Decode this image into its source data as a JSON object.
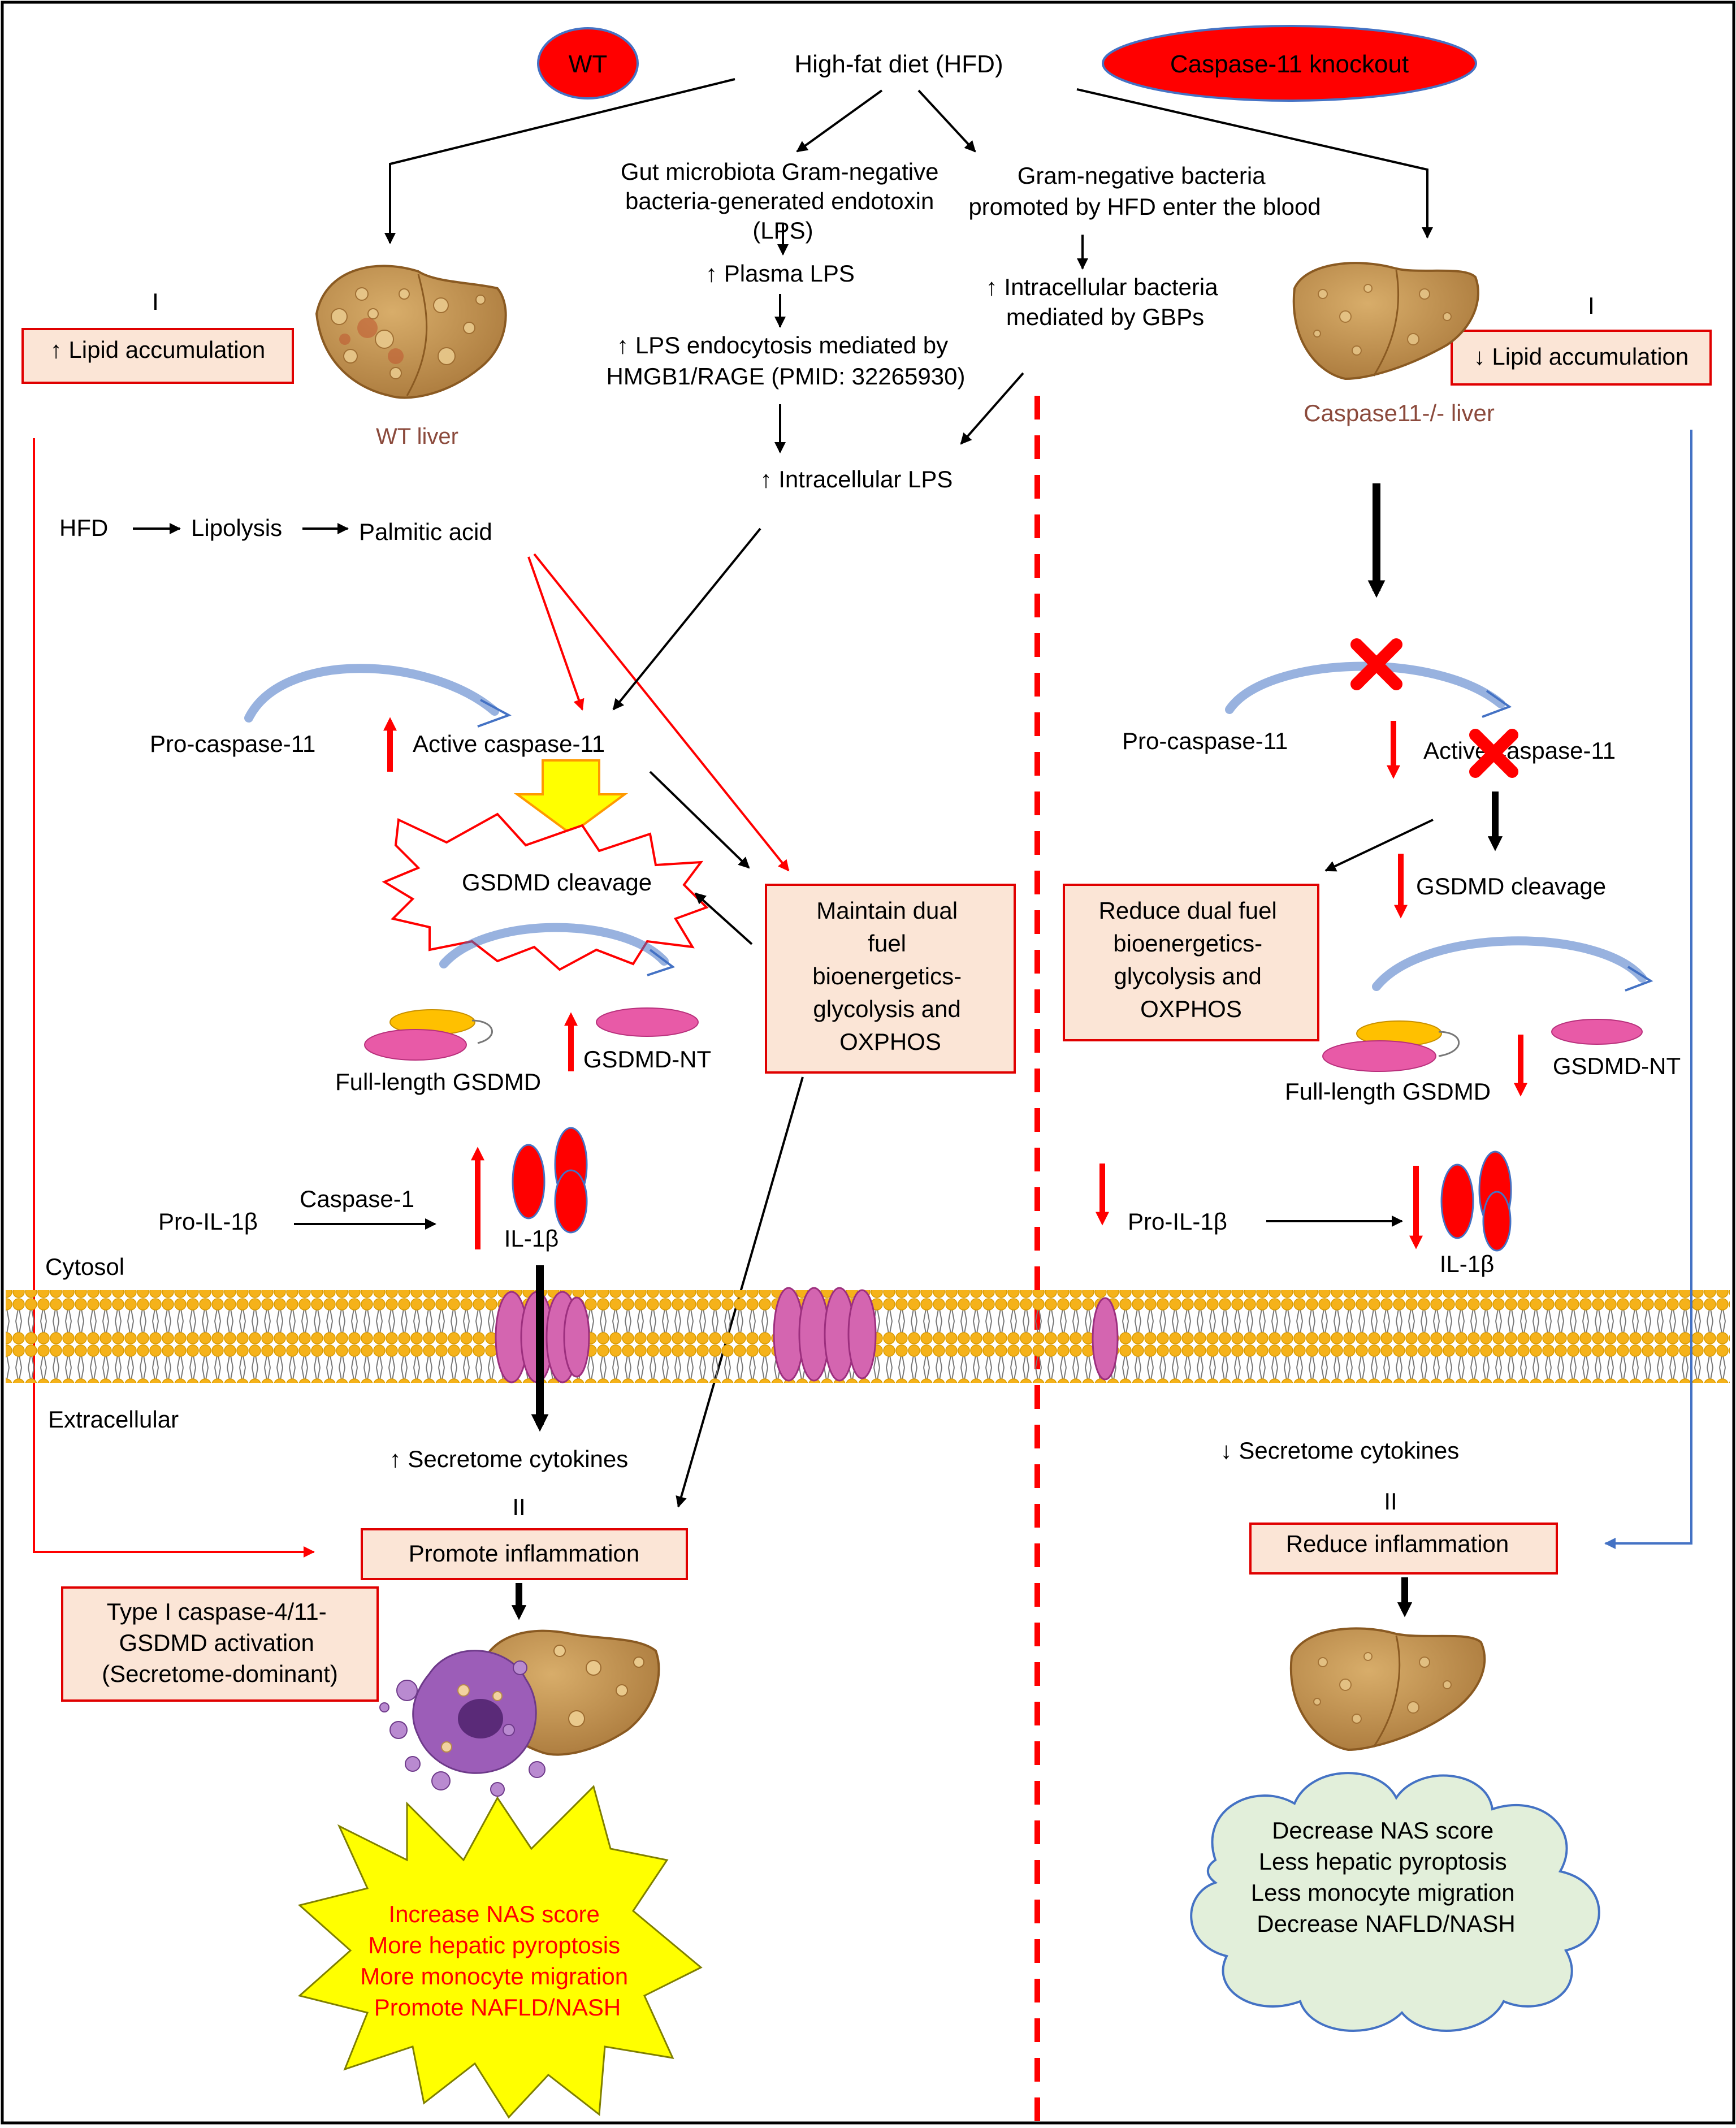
{
  "labels": {
    "wt_badge": "WT",
    "ko_badge": "Caspase-11 knockout",
    "hfd_top": "High-fat diet (HFD)",
    "gut_lps": [
      "Gut microbiota Gram-negative",
      "bacteria-generated endotoxin",
      "(LPS)"
    ],
    "gram_neg": [
      "Gram-negative bacteria",
      "promoted by HFD enter the blood"
    ],
    "plasma_lps": "↑ Plasma LPS",
    "intra_bact": [
      "↑ Intracellular bacteria",
      "mediated by GBPs"
    ],
    "lps_endo": [
      "↑ LPS endocytosis mediated by",
      "HMGB1/RAGE  (PMID:  32265930)"
    ],
    "intra_lps": "↑ Intracellular LPS",
    "roman_i_left": "I",
    "roman_i_right": "I",
    "lipid_up": "↑ Lipid accumulation",
    "lipid_down": "↓ Lipid accumulation",
    "wt_liver": "WT liver",
    "ko_liver": "Caspase11-/- liver",
    "hfd_small": "HFD",
    "lipolysis": "Lipolysis",
    "palmitic": "Palmitic acid",
    "procasp_left": "Pro-caspase-11",
    "active_left": "Active  caspase-11",
    "procasp_right": "Pro-caspase-11",
    "active_right": "Active  caspase-11",
    "gsdmd_cleave_left": "GSDMD  cleavage",
    "gsdmd_cleave_right": "GSDMD  cleavage",
    "maintain": [
      "Maintain dual",
      "fuel",
      "bioenergetics-",
      "glycolysis and",
      "OXPHOS"
    ],
    "reduce_bio": [
      "Reduce dual fuel",
      "bioenergetics-",
      "glycolysis and",
      "OXPHOS"
    ],
    "fl_gsdmd_left": "Full-length GSDMD",
    "nt_left": "GSDMD-NT",
    "fl_gsdmd_right": "Full-length GSDMD",
    "nt_right": "GSDMD-NT",
    "pro_il_left": "Pro-IL-1β",
    "caspase1": "Caspase-1",
    "il1b_left": "IL-1β",
    "pro_il_right": "Pro-IL-1β",
    "il1b_right": "IL-1β",
    "cytosol": "Cytosol",
    "extracellular": "Extracellular",
    "secretome_up": "↑ Secretome cytokines",
    "secretome_down": "↓ Secretome cytokines",
    "roman_ii_left": "II",
    "roman_ii_right": "II",
    "promote_inflam": "Promote inflammation",
    "reduce_inflam": "Reduce inflammation",
    "type1": [
      "Type I caspase-4/11-",
      "GSDMD activation",
      "(Secretome-dominant)"
    ],
    "outcome_left": [
      "Increase NAS score",
      "More  hepatic pyroptosis",
      "More  monocyte migration",
      "Promote NAFLD/NASH"
    ],
    "outcome_right": [
      "Decrease NAS score",
      "Less hepatic pyroptosis",
      "Less monocyte migration",
      "Decrease NAFLD/NASH"
    ]
  },
  "colors": {
    "red": "#ff0000",
    "dark_red": "#d40000",
    "blue_line": "#4472c4",
    "box_fill": "#fbe5d6",
    "cloud_fill": "#e2efda",
    "liver": "#c69752",
    "yellow": "#ffff00",
    "gsdmd_pink": "#e85aa7",
    "gsdmd_orange": "#ffc000",
    "membrane_pink": "#d465b0",
    "lipid_head": "#f5b21a"
  }
}
